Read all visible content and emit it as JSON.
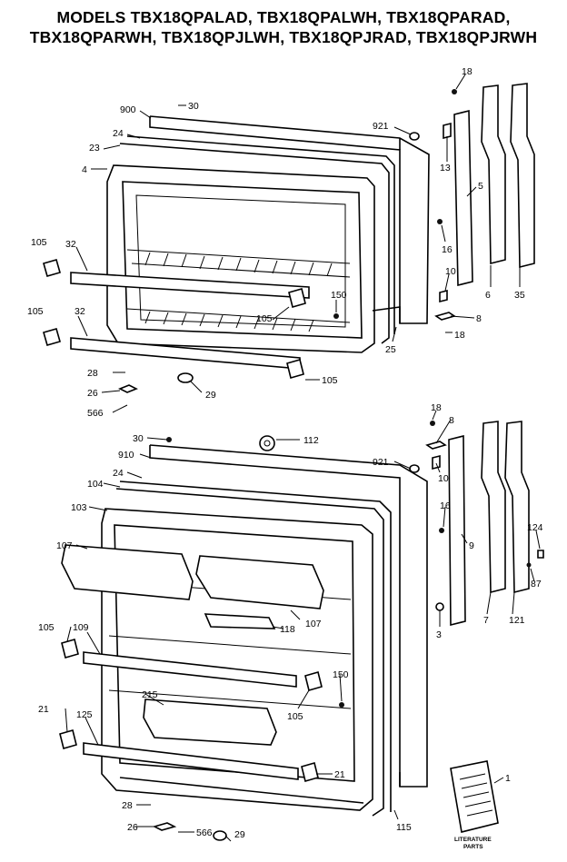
{
  "header": {
    "line1": "MODELS TBX18QPALAD, TBX18QPALWH, TBX18QPARAD,",
    "line2": "TBX18QPARWH, TBX18QPJLWH, TBX18QPJRAD, TBX18QPJRWH"
  },
  "callouts": {
    "c30a": "30",
    "c900": "900",
    "c24a": "24",
    "c23": "23",
    "c4": "4",
    "c921a": "921",
    "c18a": "18",
    "c13": "13",
    "c5": "5",
    "c16a": "16",
    "c10a": "10",
    "c8a": "8",
    "c18b": "18",
    "c6": "6",
    "c35": "35",
    "c105a": "105",
    "c32a": "32",
    "c150a": "150",
    "c105b": "105",
    "c105c": "105",
    "c32b": "32",
    "c25": "25",
    "c28a": "28",
    "c26a": "26",
    "c566a": "566",
    "c29a": "29",
    "c105d": "105",
    "c30b": "30",
    "c112": "112",
    "c910": "910",
    "c24b": "24",
    "c104": "104",
    "c103": "103",
    "c921b": "921",
    "c18c": "18",
    "c8b": "8",
    "c10b": "10",
    "c16b": "16",
    "c9": "9",
    "c124": "124",
    "c87": "87",
    "c7": "7",
    "c121": "121",
    "c3": "3",
    "c107a": "107",
    "c107b": "107",
    "c118": "118",
    "c105e": "105",
    "c109": "109",
    "c150b": "150",
    "c215": "215",
    "c105f": "105",
    "c21a": "21",
    "c125": "125",
    "c21b": "21",
    "c28b": "28",
    "c26b": "26",
    "c566b": "566",
    "c29b": "29",
    "c115": "115",
    "c1": "1"
  },
  "literature": {
    "line1": "LITERATURE",
    "line2": "PARTS"
  }
}
